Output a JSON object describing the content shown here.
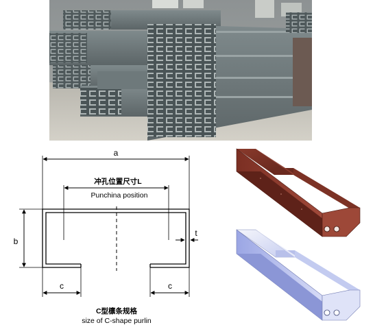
{
  "diagram": {
    "label_a": "a",
    "label_b": "b",
    "label_t": "t",
    "label_c_left": "c",
    "label_c_right": "c",
    "punch_cn": "冲孔位置尺寸L",
    "punch_en": "Punchina position",
    "caption_cn": "C型檩条规格",
    "caption_en": "size of C-shape purlin"
  },
  "illustrations": [
    {
      "name": "painted-c-purlin",
      "color": "#7a2e22"
    },
    {
      "name": "galvanized-c-purlin",
      "color": "#9aa6e0"
    }
  ],
  "photo": {
    "subject": "stacked-steel-purlins-warehouse"
  }
}
